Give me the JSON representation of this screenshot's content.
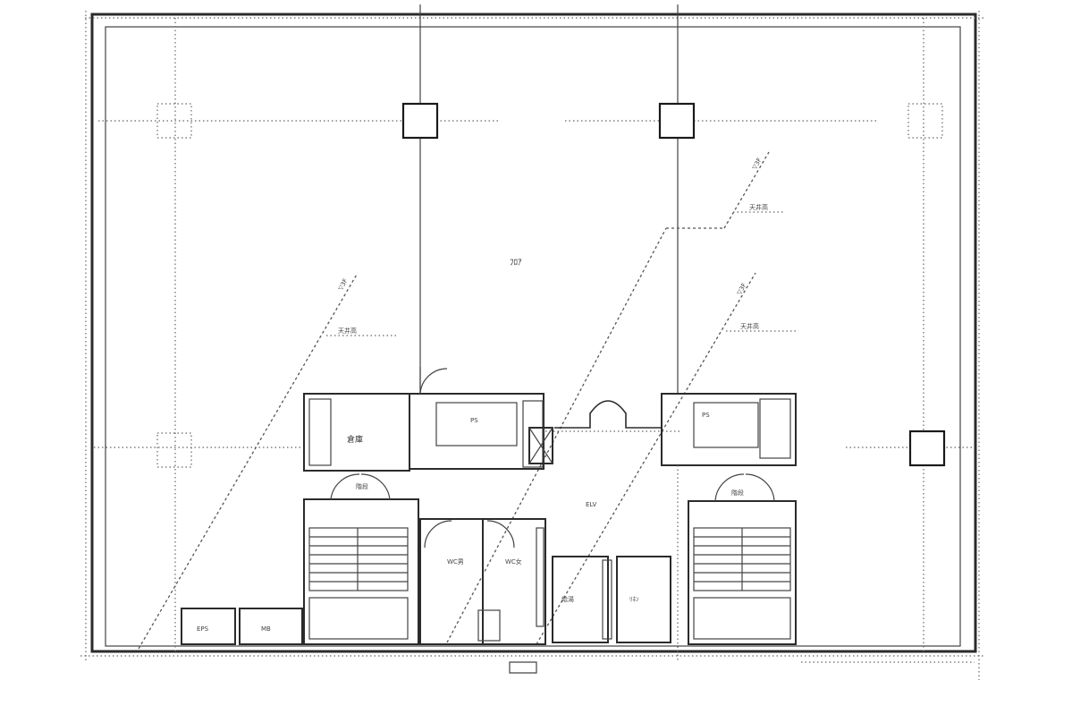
{
  "floor_plan": {
    "rooms": {
      "office_main": "ﾌﾛｱ",
      "storage_left": "倉庫",
      "stair_left_note": "階段",
      "ps_left": "PS",
      "ps_right": "PS",
      "corridor": "ELV",
      "wc_m": "WC男",
      "wc_f": "WC女",
      "kitchen_a": "給湯",
      "kitchen_b": "ﾘﾈﾝ",
      "eps": "EPS",
      "mb": "MB"
    },
    "leaders": {
      "a": "▽3F",
      "b": "天井高",
      "c": "▽3F",
      "d": "天井高",
      "e": "▽3F",
      "f": "天井高"
    },
    "stair_right_note": "階段"
  }
}
